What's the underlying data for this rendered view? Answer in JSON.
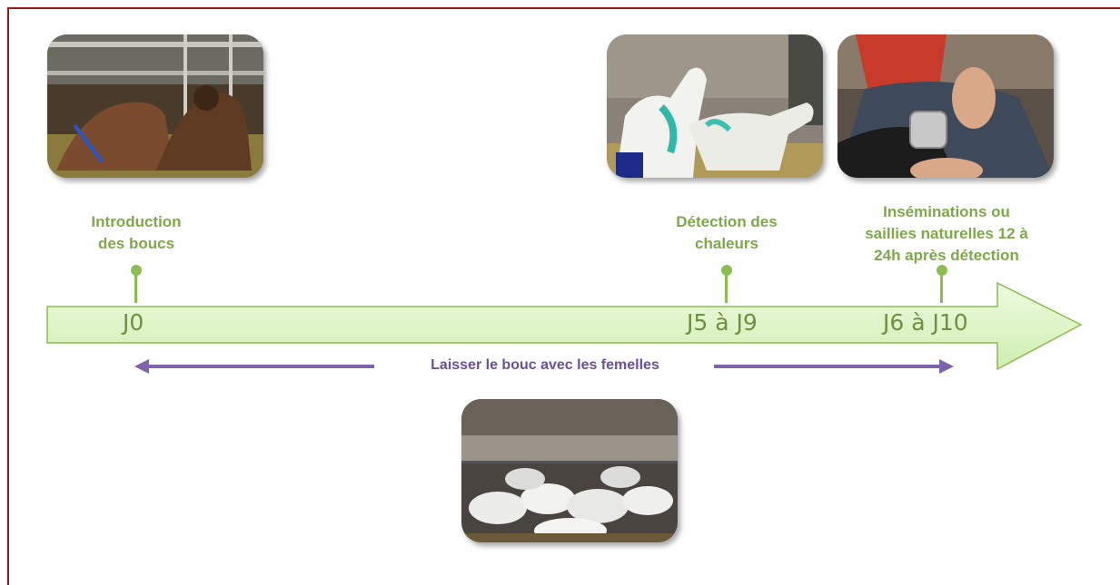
{
  "steps": [
    {
      "label_lines": [
        "Introduction",
        "des boucs"
      ],
      "day": "J0"
    },
    {
      "label_lines": [
        "Détection des",
        "chaleurs"
      ],
      "day": "J5 à J9"
    },
    {
      "label_lines": [
        "Inséminations ou",
        "saillies naturelles 12 à",
        "24h après détection"
      ],
      "day": "J6 à J10"
    }
  ],
  "span_label": "Laisser le bouc avec les femelles",
  "colors": {
    "frame": "#a01818",
    "arrow_fill": "#ddf3c4",
    "arrow_stroke": "#8cbc52",
    "label_text": "#7ea84a",
    "day_text": "#6f8f42",
    "span_arrow": "#7e63ad",
    "span_text": "#6a4f9a"
  },
  "photos": [
    {
      "name": "photo-bucks-introduction",
      "subject": "goats"
    },
    {
      "name": "photo-heat-detection",
      "subject": "goats"
    },
    {
      "name": "photo-insemination",
      "subject": "insemination"
    },
    {
      "name": "photo-herd",
      "subject": "goats"
    }
  ]
}
